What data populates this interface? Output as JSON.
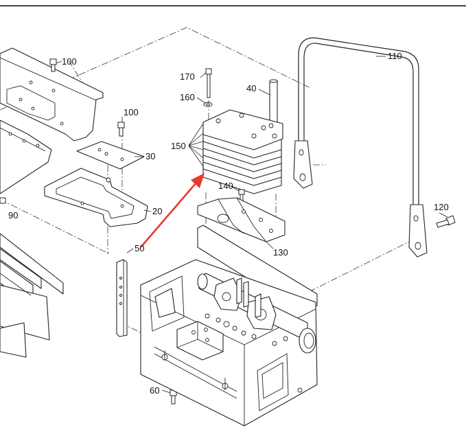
{
  "colors": {
    "line": "#222222",
    "arrow": "#e8392d",
    "background": "#ffffff"
  },
  "callouts": {
    "c100a": "100",
    "c100b": "100",
    "c110": "110",
    "c170": "170",
    "c40": "40",
    "c160": "160",
    "c150": "150",
    "c30": "30",
    "c140": "140",
    "c120": "120",
    "c90": "90",
    "c20": "20",
    "c130": "130",
    "c50": "50",
    "c60": "60"
  }
}
